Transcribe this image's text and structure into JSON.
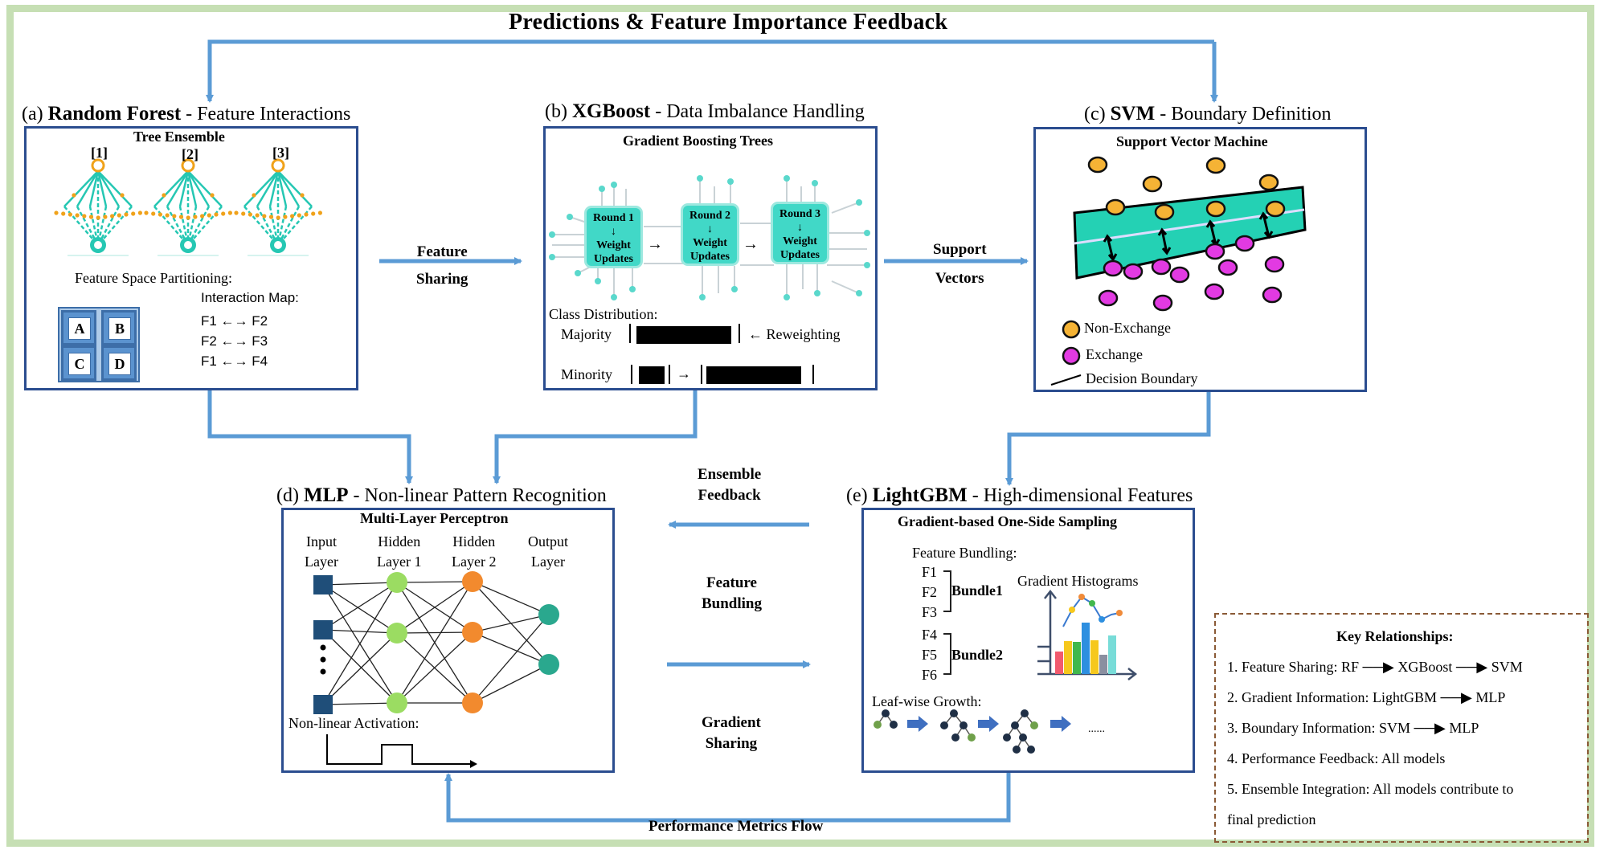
{
  "title": "Predictions & Feature Importance Feedback",
  "colors": {
    "arrow": "#5b9bd5",
    "panel_border": "#2b4d8f",
    "outer_border": "#c6dfb4",
    "teal": "#25c7b3",
    "orange": "#f0a21a",
    "magenta": "#e23ae2"
  },
  "panels": {
    "rf": {
      "letter": "(a)",
      "name": "Random Forest",
      "desc": " - Feature Interactions",
      "subtitle": "Tree Ensemble",
      "tree_labels": [
        "[1]",
        "[2]",
        "[3]"
      ],
      "partition_label": "Feature Space Partitioning:",
      "cells": [
        "A",
        "B",
        "C",
        "D"
      ],
      "interaction_title": "Interaction Map:",
      "interactions": [
        "F1 ←→ F2",
        "F2 ←→ F3",
        "F1 ←→ F4"
      ]
    },
    "xgb": {
      "letter": "(b)",
      "name": "XGBoost",
      "desc": " - Data Imbalance Handling",
      "subtitle": "Gradient Boosting Trees",
      "rounds": [
        {
          "round": "Round 1",
          "arrow": "↓",
          "line1": "Weight",
          "line2": "Updates"
        },
        {
          "round": "Round 2",
          "arrow": "↓",
          "line1": "Weight",
          "line2": "Updates"
        },
        {
          "round": "Round 3",
          "arrow": "↓",
          "line1": "Weight",
          "line2": "Updates"
        }
      ],
      "class_dist": "Class Distribution:",
      "majority": "Majority",
      "reweighting": "← Reweighting",
      "minority": "Minority",
      "class_shares": {
        "majority_bar": 1.0,
        "minority_bar_before": 0.27,
        "minority_bar_after": 1.0
      }
    },
    "svm": {
      "letter": "(c)",
      "name": "SVM",
      "desc": " - Boundary Definition",
      "subtitle": "Support Vector Machine",
      "legend": [
        "Non-Exchange",
        "Exchange",
        "Decision Boundary"
      ]
    },
    "mlp": {
      "letter": "(d)",
      "name": "MLP",
      "desc": " - Non-linear Pattern Recognition",
      "subtitle": "Multi-Layer Perceptron",
      "layers": [
        {
          "line1": "Input",
          "line2": "Layer"
        },
        {
          "line1": "Hidden",
          "line2": "Layer  1"
        },
        {
          "line1": "Hidden",
          "line2": "Layer  2"
        },
        {
          "line1": "Output",
          "line2": "Layer"
        }
      ],
      "activation": "Non-linear Activation:"
    },
    "lgbm": {
      "letter": "(e)",
      "name": "LightGBM",
      "desc": " - High-dimensional Features",
      "subtitle": "Gradient-based One-Side Sampling",
      "bundling_title": "Feature Bundling:",
      "bundle1_features": [
        "F1",
        "F2",
        "F3"
      ],
      "bundle1": "Bundle1",
      "bundle2_features": [
        "F4",
        "F5",
        "F6"
      ],
      "bundle2": "Bundle2",
      "histograms": "Gradient Histograms",
      "leafwise": "Leaf-wise Growth:",
      "ellipsis": "......"
    }
  },
  "flows": {
    "feature_sharing": [
      "Feature",
      "Sharing"
    ],
    "support_vectors": [
      "Support",
      "Vectors"
    ],
    "ensemble_feedback": [
      "Ensemble",
      "Feedback"
    ],
    "feature_bundling": [
      "Feature",
      "Bundling"
    ],
    "gradient_sharing": [
      "Gradient",
      "Sharing"
    ],
    "performance": "Performance Metrics Flow"
  },
  "key": {
    "title": "Key Relationships:",
    "items": [
      {
        "prefix": "1. Feature Sharing: RF",
        "chain": [
          "XGBoost",
          "SVM"
        ]
      },
      {
        "prefix": "2. Gradient Information: LightGBM",
        "chain": [
          "MLP"
        ]
      },
      {
        "prefix": "3. Boundary Information: SVM",
        "chain": [
          "MLP"
        ]
      },
      {
        "prefix": "4. Performance Feedback: All models",
        "chain": []
      },
      {
        "prefix": "5. Ensemble Integration: All models contribute to",
        "chain": []
      }
    ],
    "item5_line2": "final prediction"
  }
}
